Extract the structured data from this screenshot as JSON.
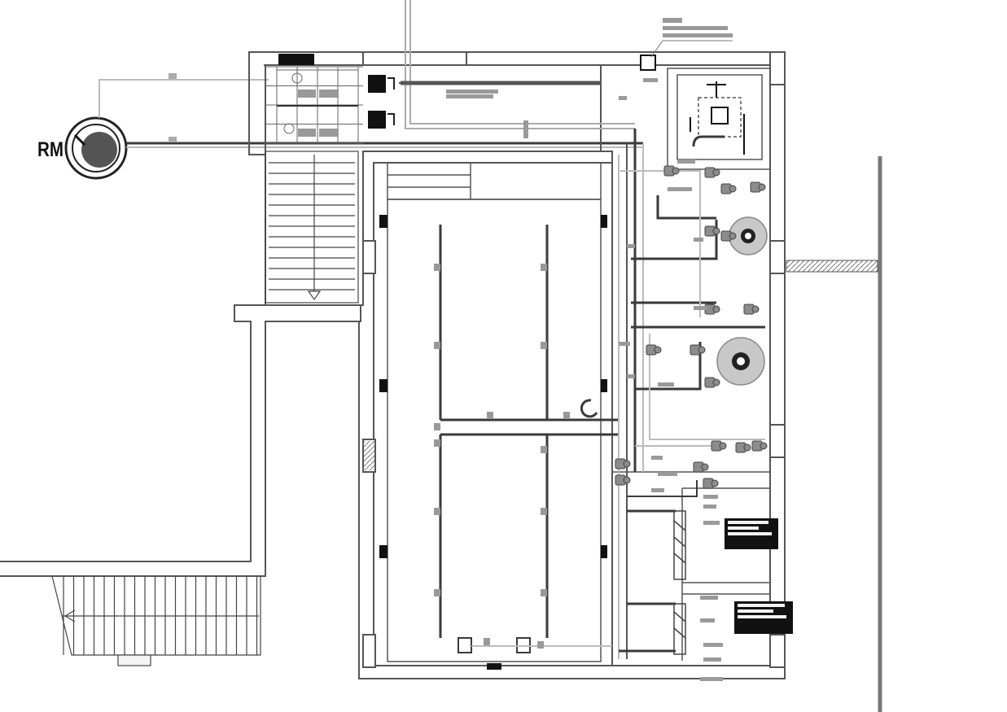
{
  "drawing": {
    "type": "plumbing floor plan",
    "meter_label": "RM",
    "pumps": 2,
    "lead_text_blocks": 2
  },
  "colors": {
    "wall": "#555555",
    "wall_fill": "#f7f7f7",
    "pipe_dark": "#3a3a3a",
    "pipe_light": "#b8b8b8",
    "pump": "#c8c8c8",
    "annotation": "#9a9a9a",
    "ink": "#111111"
  }
}
